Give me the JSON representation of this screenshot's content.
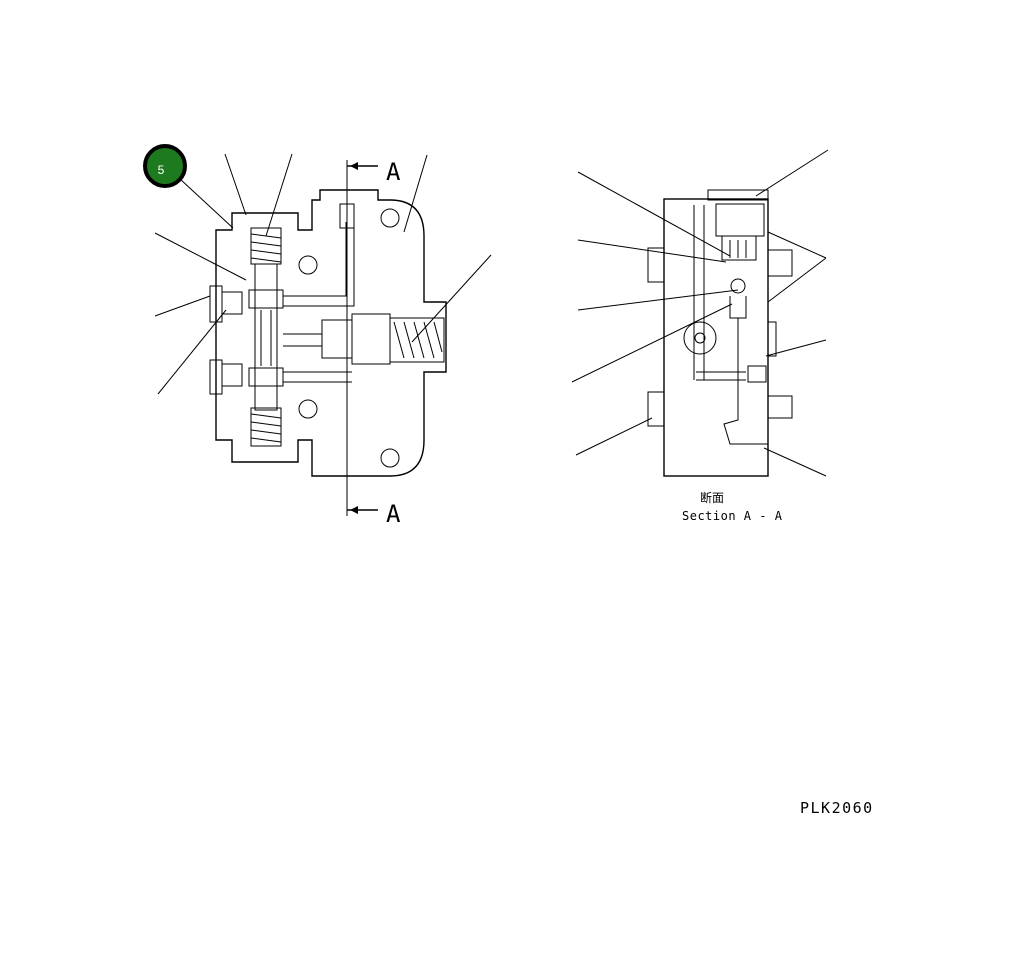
{
  "callout": {
    "number": "5",
    "fill": "#1e7a1e",
    "ring": "#000000"
  },
  "section": {
    "marker_top": "A",
    "marker_bottom": "A",
    "label_jp": "断面",
    "label_en": "Section A - A"
  },
  "drawing_code": "PLK2060"
}
